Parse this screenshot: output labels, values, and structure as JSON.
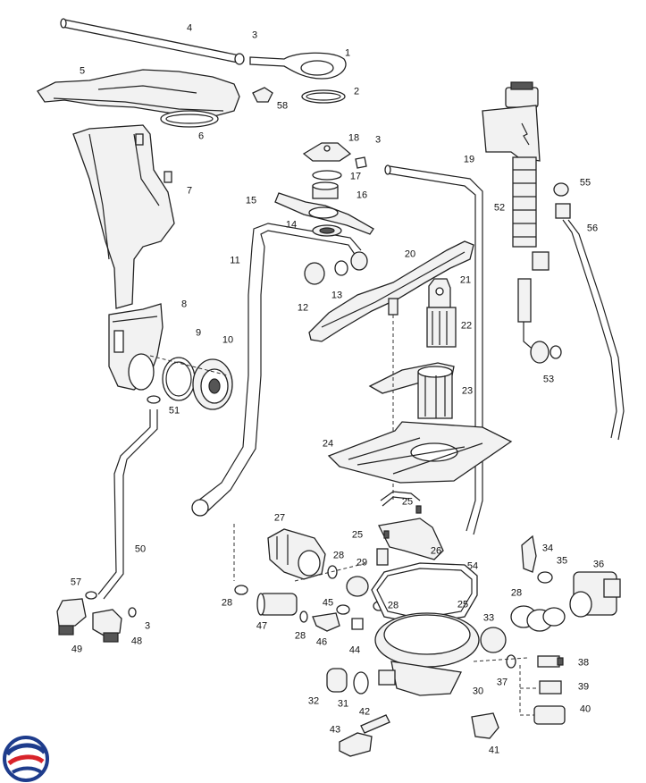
{
  "callouts": [
    "1",
    "2",
    "3",
    "3",
    "3",
    "4",
    "5",
    "6",
    "7",
    "8",
    "9",
    "10",
    "11",
    "12",
    "13",
    "14",
    "15",
    "16",
    "17",
    "18",
    "19",
    "20",
    "21",
    "22",
    "23",
    "24",
    "25",
    "25",
    "25",
    "26",
    "27",
    "28",
    "28",
    "28",
    "28",
    "28",
    "29",
    "30",
    "31",
    "32",
    "33",
    "34",
    "35",
    "36",
    "37",
    "38",
    "39",
    "40",
    "41",
    "42",
    "43",
    "44",
    "45",
    "46",
    "47",
    "48",
    "49",
    "50",
    "51",
    "52",
    "53",
    "54",
    "55",
    "56",
    "57",
    "58"
  ],
  "colors": {
    "line": "#222222",
    "part_fill": "#f2f2f2",
    "logo_blue": "#1e3c8c",
    "logo_red": "#d8232a"
  },
  "logo_icon": "brand-swirl-logo"
}
